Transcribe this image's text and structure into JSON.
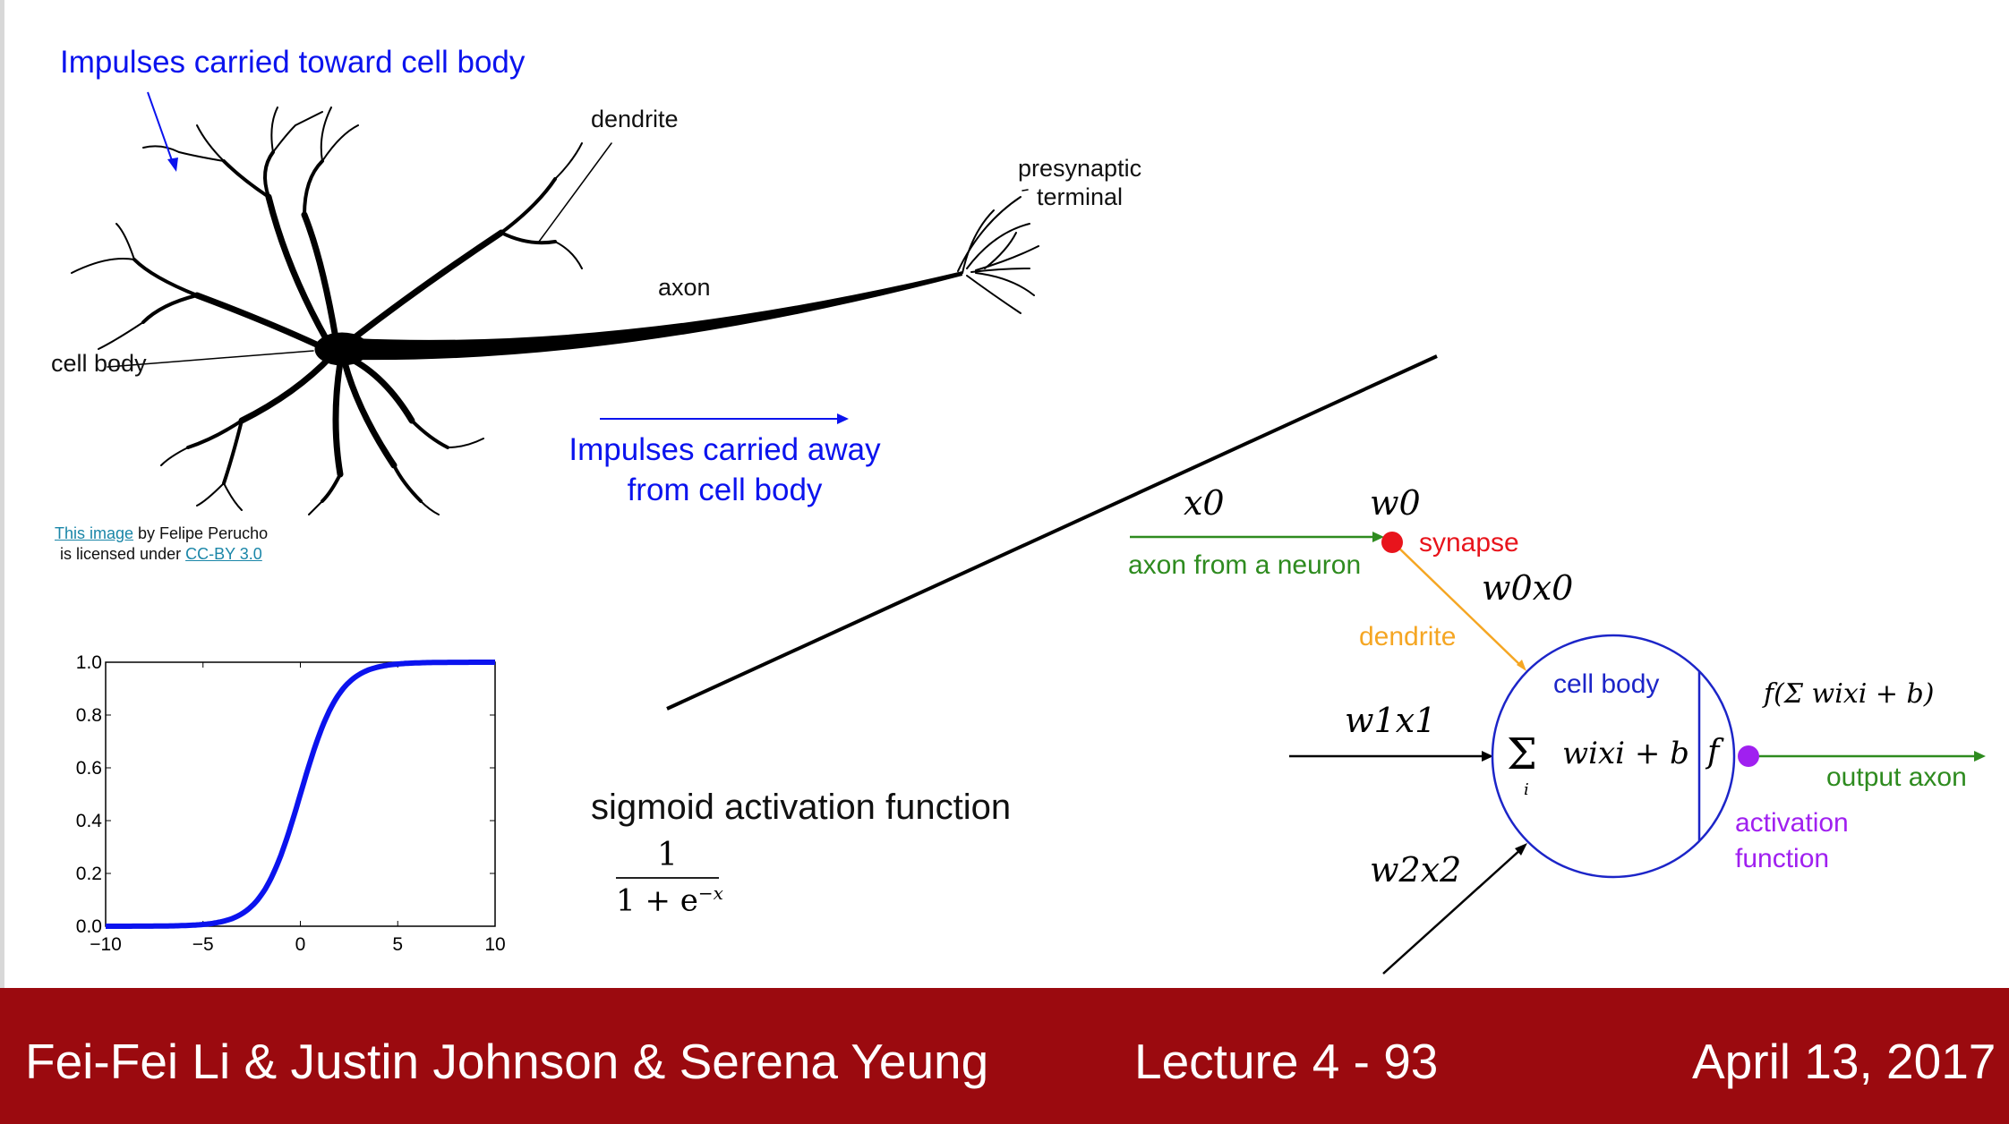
{
  "neuron": {
    "impulses_toward": "Impulses carried toward cell body",
    "dendrite": "dendrite",
    "presynaptic_line1": "presynaptic",
    "presynaptic_line2": "terminal",
    "axon": "axon",
    "cell_body": "cell body",
    "impulses_away_line1": "Impulses carried away",
    "impulses_away_line2": "from cell body"
  },
  "credit": {
    "link1": "This image",
    "text1": " by Felipe Perucho",
    "text2": "is licensed under ",
    "link2": "CC-BY 3.0"
  },
  "sigmoid": {
    "caption": "sigmoid activation function",
    "numerator": "1",
    "denominator_base": "1 + e",
    "denominator_exp": "−x"
  },
  "model": {
    "x0": "x0",
    "w0": "w0",
    "synapse": "synapse",
    "axon_from_neuron": "axon from a neuron",
    "w0x0": "w0x0",
    "dendrite": "dendrite",
    "cell_body": "cell body",
    "w1x1": "w1x1",
    "w2x2": "w2x2",
    "sum_expr": "wixi + b",
    "f": "f",
    "output_expr": "f(Σ wixi + b)",
    "output_axon": "output axon",
    "activation_line1": "activation",
    "activation_line2": "function",
    "colors": {
      "green": "#2e8b1f",
      "red": "#e8141c",
      "orange": "#f5a623",
      "blue": "#1c25c8",
      "purple": "#a020f0"
    }
  },
  "chart_data": {
    "type": "line",
    "title": "",
    "xlabel": "",
    "ylabel": "",
    "xlim": [
      -10,
      10
    ],
    "ylim": [
      0,
      1
    ],
    "x_ticks": [
      "−10",
      "−5",
      "0",
      "5",
      "10"
    ],
    "y_ticks": [
      "0.0",
      "0.2",
      "0.4",
      "0.6",
      "0.8",
      "1.0"
    ],
    "series": [
      {
        "function": "sigmoid",
        "x": [
          -10,
          -8,
          -6,
          -4,
          -3,
          -2,
          -1,
          0,
          1,
          2,
          3,
          4,
          6,
          8,
          10
        ],
        "y": [
          5e-05,
          0.0003,
          0.0025,
          0.018,
          0.047,
          0.119,
          0.269,
          0.5,
          0.731,
          0.881,
          0.953,
          0.982,
          0.9975,
          0.9997,
          0.99995
        ],
        "color": "#0b13ee"
      }
    ],
    "grid": false
  },
  "footer": {
    "authors": "Fei-Fei Li & Justin Johnson & Serena Yeung",
    "lecture": "Lecture 4 - 93",
    "date": "April 13, 2017",
    "background": "#9b0a0f"
  }
}
